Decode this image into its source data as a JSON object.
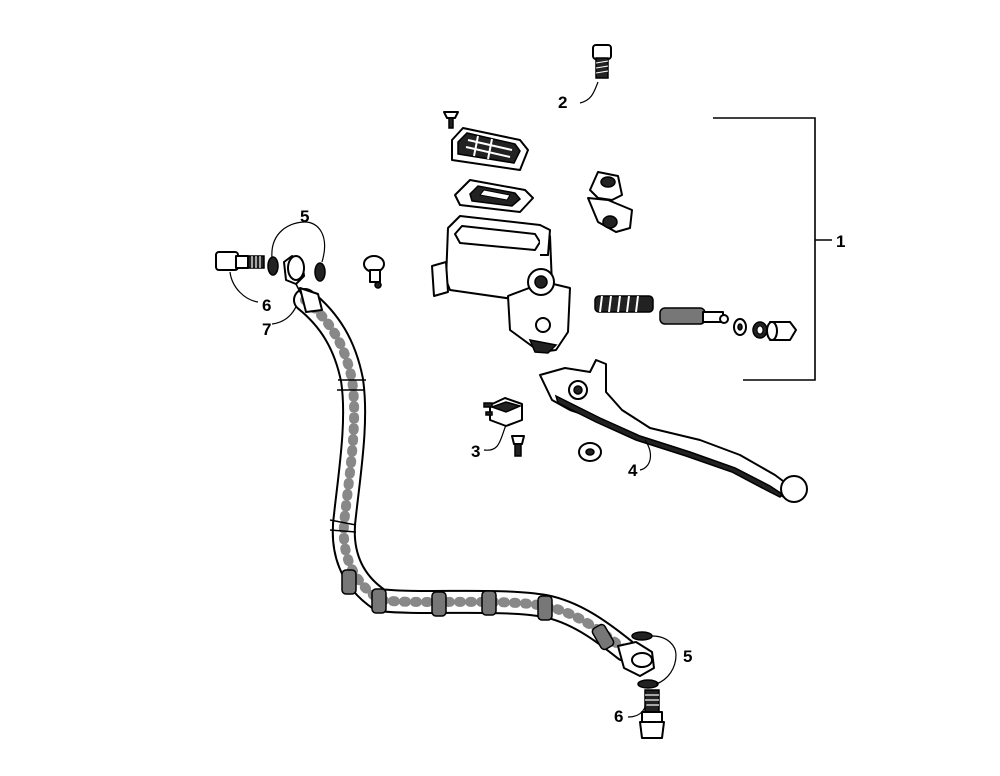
{
  "callouts": {
    "c1": "1",
    "c2": "2",
    "c3": "3",
    "c4": "4",
    "c5_top": "5",
    "c6_top": "6",
    "c7": "7",
    "c5_bottom": "5",
    "c6_bottom": "6"
  }
}
